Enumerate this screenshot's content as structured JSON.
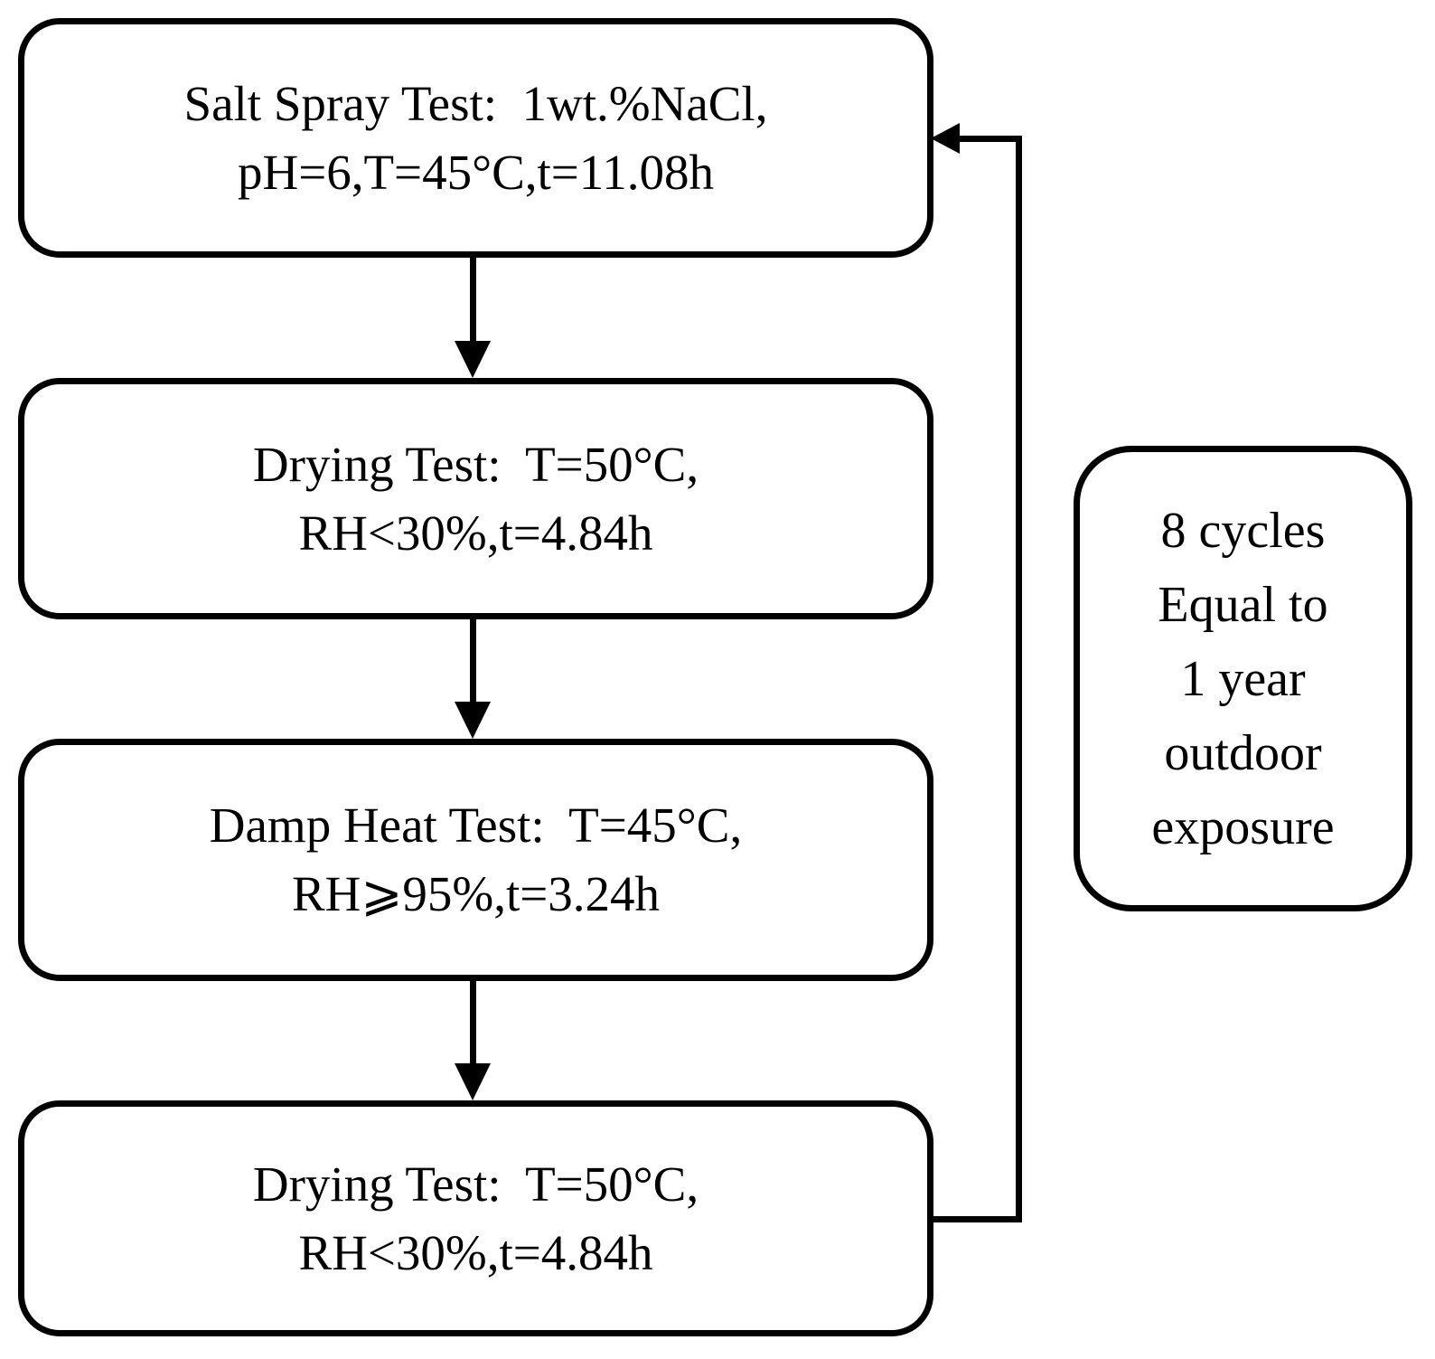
{
  "diagram": {
    "background_color": "#ffffff",
    "line_color": "#000000",
    "box_fill_color": "#ffffff",
    "flow_boxes": [
      {
        "id": "salt-spray-test",
        "line1": "Salt Spray Test:  1wt.%NaCl,",
        "line2": "pH=6,T=45°C,t=11.08h"
      },
      {
        "id": "drying-test-1",
        "line1": "Drying Test:  T=50°C,",
        "line2": "RH<30%,t=4.84h"
      },
      {
        "id": "damp-heat-test",
        "line1": "Damp Heat Test:  T=45°C,",
        "line2": "RH⩾95%,t=3.24h"
      },
      {
        "id": "drying-test-2",
        "line1": "Drying Test:  T=50°C,",
        "line2": "RH<30%,t=4.84h"
      }
    ],
    "cycle_note_box": {
      "lines": [
        "8 cycles",
        "Equal to",
        "1 year",
        "outdoor",
        "exposure"
      ]
    }
  }
}
